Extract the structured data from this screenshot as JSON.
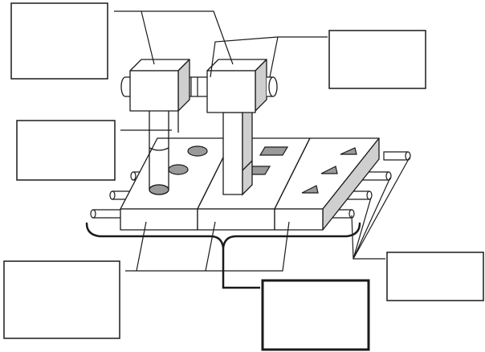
{
  "figure": {
    "kind": "mechanical schematic",
    "label_boxes": [
      {
        "id": "top-left",
        "text": ""
      },
      {
        "id": "top-right",
        "text": ""
      },
      {
        "id": "mid-left",
        "text": ""
      },
      {
        "id": "bottom-left",
        "text": ""
      },
      {
        "id": "bottom-center",
        "text": ""
      },
      {
        "id": "bottom-right",
        "text": ""
      }
    ],
    "rows": [
      {
        "id": "row-circles",
        "cutout_shape": "circle"
      },
      {
        "id": "row-squares",
        "cutout_shape": "square"
      },
      {
        "id": "row-triangles",
        "cutout_shape": "triangle"
      }
    ]
  },
  "colors": {
    "line": "#1a1a1a",
    "face_top": "#ffffff",
    "face_side": "#cfcfcf",
    "cutout_fill": "#9a9a9a",
    "label_box_fill": "#ffffff"
  }
}
